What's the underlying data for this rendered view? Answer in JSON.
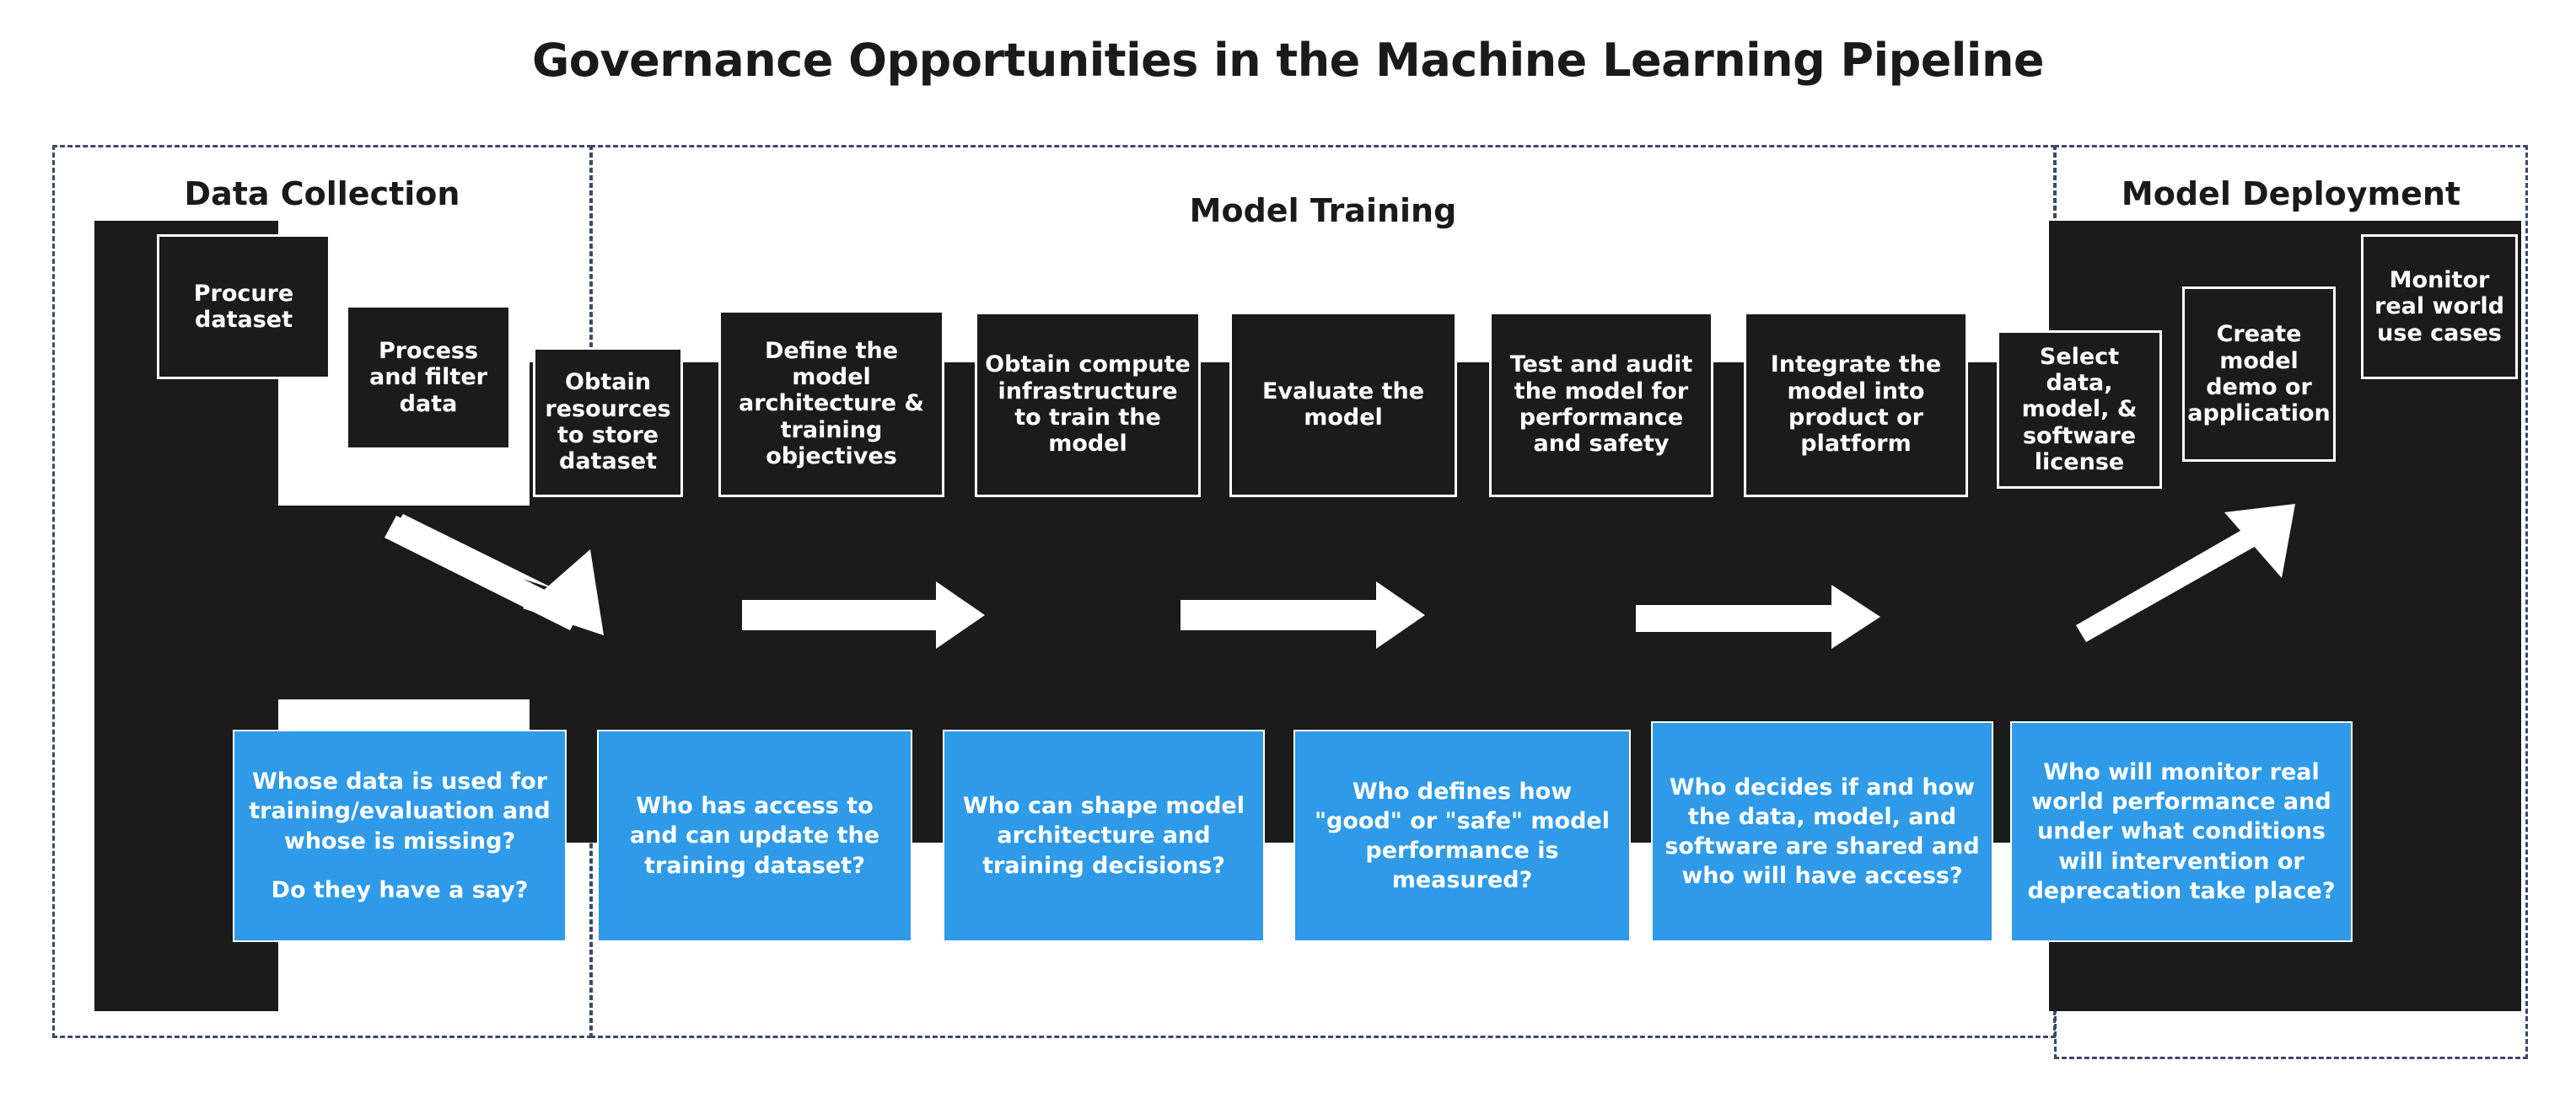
{
  "title": "Governance Opportunities in the Machine Learning Pipeline",
  "colors": {
    "pipeline_band": "#1b1b1b",
    "task_box": "#1b1b1b",
    "question_box": "#2e9ae8",
    "lane_border": "#3c4a63",
    "text_on_dark": "#ffffff",
    "heading": "#1a1a1a",
    "page_background": "#ffffff"
  },
  "lanes": [
    {
      "id": "data-collection",
      "label": "Data Collection"
    },
    {
      "id": "model-training",
      "label": "Model Training"
    },
    {
      "id": "model-deployment",
      "label": "Model Deployment"
    }
  ],
  "tasks": [
    {
      "id": "procure-dataset",
      "label": "Procure dataset",
      "lane": "data-collection"
    },
    {
      "id": "process-filter-data",
      "label": "Process and filter data",
      "lane": "data-collection"
    },
    {
      "id": "obtain-storage",
      "label": "Obtain resources to store dataset",
      "lane": "data-collection"
    },
    {
      "id": "define-architecture",
      "label": "Define the model architecture & training objectives",
      "lane": "model-training"
    },
    {
      "id": "obtain-compute",
      "label": "Obtain compute infrastructure to train the model",
      "lane": "model-training"
    },
    {
      "id": "evaluate-model",
      "label": "Evaluate the model",
      "lane": "model-training"
    },
    {
      "id": "test-audit-model",
      "label": "Test and audit the model for performance and safety",
      "lane": "model-training"
    },
    {
      "id": "integrate-model",
      "label": "Integrate the model into product or platform",
      "lane": "model-training"
    },
    {
      "id": "select-license",
      "label": "Select data, model, & software license",
      "lane": "model-deployment"
    },
    {
      "id": "create-demo",
      "label": "Create model demo or application",
      "lane": "model-deployment"
    },
    {
      "id": "monitor-use-cases",
      "label": "Monitor real world use cases",
      "lane": "model-deployment"
    }
  ],
  "questions": [
    {
      "id": "q-whose-data",
      "line1": "Whose data is used for training/evaluation and whose is missing?",
      "line2": "Do they have a say?"
    },
    {
      "id": "q-access-update",
      "line1": "Who has access to and can update the training dataset?",
      "line2": ""
    },
    {
      "id": "q-shape-architecture",
      "line1": "Who can shape model architecture and training decisions?",
      "line2": ""
    },
    {
      "id": "q-define-good-safe",
      "line1": "Who defines how \"good\" or \"safe\" model performance is measured?",
      "line2": ""
    },
    {
      "id": "q-sharing-access",
      "line1": "Who decides if and how the data, model, and software are shared and who will have access?",
      "line2": ""
    },
    {
      "id": "q-monitoring",
      "line1": "Who will monitor real world performance and under what conditions will intervention or deprecation take place?",
      "line2": ""
    }
  ],
  "flow_arrows": [
    {
      "id": "arrow-1",
      "direction": "down-right"
    },
    {
      "id": "arrow-2",
      "direction": "right"
    },
    {
      "id": "arrow-3",
      "direction": "right"
    },
    {
      "id": "arrow-4",
      "direction": "right"
    },
    {
      "id": "arrow-5",
      "direction": "up-right"
    }
  ]
}
